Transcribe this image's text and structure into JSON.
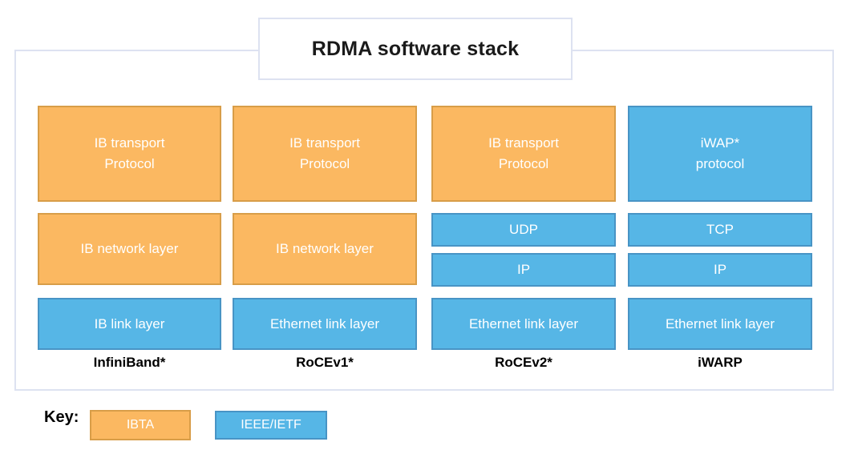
{
  "title": "RDMA software stack",
  "columns": [
    {
      "name": "InfiniBand*",
      "transport": "IB transport\nProtocol",
      "network": "IB network layer",
      "link": "IB link layer"
    },
    {
      "name": "RoCEv1*",
      "transport": "IB transport\nProtocol",
      "network": "IB network layer",
      "link": "Ethernet link layer"
    },
    {
      "name": "RoCEv2*",
      "transport": "IB transport\nProtocol",
      "l4": "UDP",
      "l3": "IP",
      "link": "Ethernet link layer"
    },
    {
      "name": "iWARP",
      "transport": "iWAP*\nprotocol",
      "l4": "TCP",
      "l3": "IP",
      "link": "Ethernet link layer"
    }
  ],
  "key": {
    "label": "Key:",
    "items": [
      {
        "label": "IBTA"
      },
      {
        "label": "IEEE/IETF"
      }
    ]
  },
  "colors": {
    "ibta_fill": "#fbb861",
    "ibta_border": "#d89d48",
    "ieee_fill": "#56b6e6",
    "ieee_border": "#4894c5",
    "frame_border": "#dde2f1",
    "box_text": "#ffffff"
  }
}
